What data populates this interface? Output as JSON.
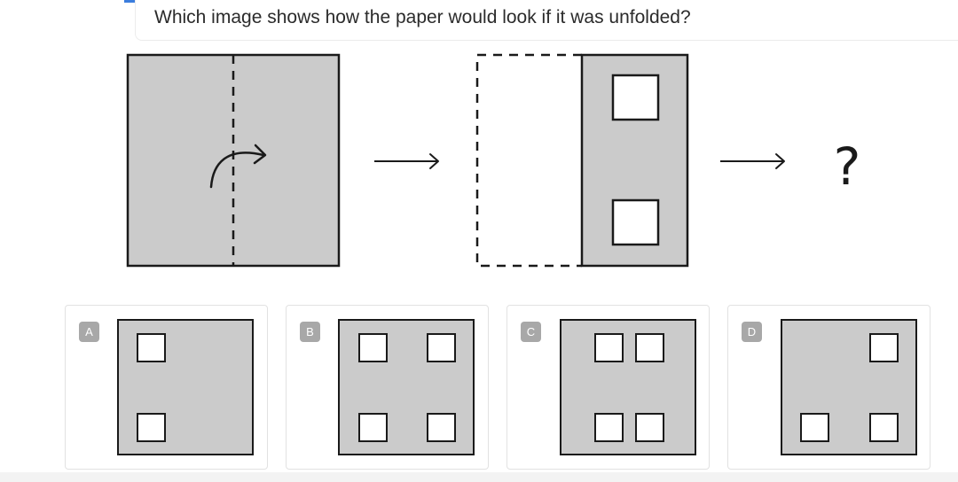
{
  "question": {
    "text": "Which image shows how the paper would look if it was unfolded?"
  },
  "puzzle": {
    "result_symbol": "?",
    "icons": [
      "fold-arrow-icon",
      "right-arrow-icon",
      "right-arrow-icon"
    ]
  },
  "options": [
    {
      "label": "A",
      "holes": "left column, top and bottom"
    },
    {
      "label": "B",
      "holes": "left and right columns, top and bottom"
    },
    {
      "label": "C",
      "holes": "centre pair, top and bottom"
    },
    {
      "label": "D",
      "holes": "top right, bottom left and bottom right"
    }
  ],
  "colors": {
    "paper": "#cbcbcb",
    "outline": "#1a1a1a",
    "badge": "#a8a8a8",
    "accent": "#3b7ddd"
  }
}
